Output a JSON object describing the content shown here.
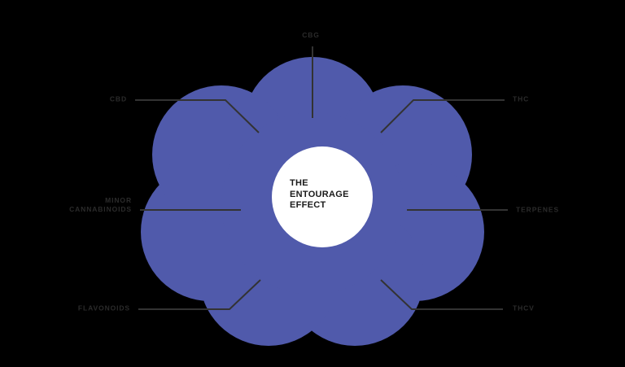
{
  "figure": {
    "title": "The Entourage Effect",
    "type": "radial-callout-diagram",
    "background_color": "#000000",
    "petal_color": "#505AAB",
    "center_color": "#FFFFFF",
    "leader_line_color": "#333333",
    "label_color": "#2B2B2B",
    "center_text_color": "#1A1A1A",
    "petal_count": 7
  },
  "center": {
    "line1": "THE",
    "line2": "ENTOURAGE",
    "line3": "EFFECT",
    "full_text": "THE\nENTOURAGE\nEFFECT"
  },
  "callouts": [
    {
      "id": "cbg",
      "label": "CBG",
      "position": "top",
      "connector": "vertical"
    },
    {
      "id": "cbd",
      "label": "CBD",
      "position": "upper-left",
      "connector": "horizontal-then-diagonal"
    },
    {
      "id": "thc",
      "label": "THC",
      "position": "upper-right",
      "connector": "horizontal-then-diagonal"
    },
    {
      "id": "minor",
      "label": "MINOR\nCANNABINOIDS",
      "position": "middle-left",
      "connector": "horizontal"
    },
    {
      "id": "terpenes",
      "label": "TERPENES",
      "position": "middle-right",
      "connector": "horizontal"
    },
    {
      "id": "flavonoids",
      "label": "FLAVONOIDS",
      "position": "lower-left",
      "connector": "horizontal-then-diagonal"
    },
    {
      "id": "thcv",
      "label": "THCV",
      "position": "lower-right",
      "connector": "horizontal-then-diagonal"
    }
  ]
}
